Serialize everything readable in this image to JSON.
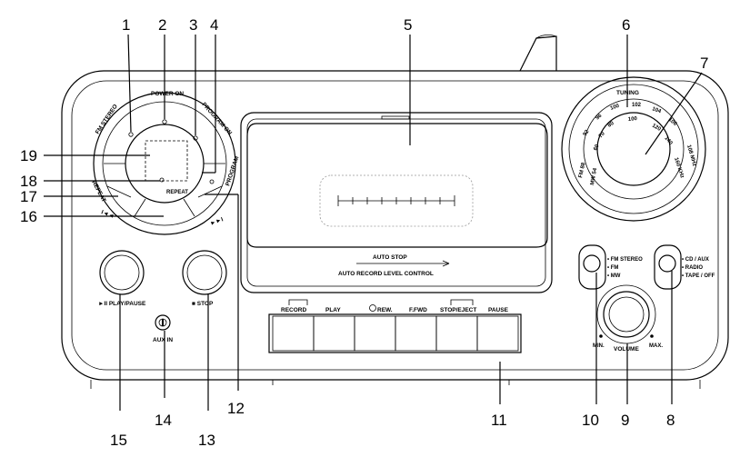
{
  "callouts": [
    "1",
    "2",
    "3",
    "4",
    "5",
    "6",
    "7",
    "8",
    "9",
    "10",
    "11",
    "12",
    "13",
    "14",
    "15",
    "16",
    "17",
    "18",
    "19"
  ],
  "labels": {
    "power_on": "POWER ON",
    "fm_stereo": "FM STEREO",
    "program_on": "PROGRAM ON",
    "repeat_small": "REPEAT",
    "repeat": "REPEAT",
    "program": "PROGRAM",
    "skip_back": "I◄◄",
    "skip_fwd": "►►I",
    "play_pause": "►II PLAY/PAUSE",
    "stop": "■ STOP",
    "aux_in": "AUX IN",
    "tuning": "TUNING",
    "auto_stop": "AUTO STOP",
    "auto_record": "AUTO RECORD LEVEL CONTROL",
    "volume": "VOLUME",
    "min": "MIN.",
    "max": "MAX.",
    "record": "RECORD",
    "play": "PLAY",
    "rew": "REW.",
    "ffwd": "F.FWD",
    "stop_eject": "STOP/EJECT",
    "pause": "PAUSE",
    "band_fm_stereo": "• FM STEREO",
    "band_fm": "• FM",
    "band_mw": "• MW",
    "src_cd_aux": "• CD / AUX",
    "src_radio": "• RADIO",
    "src_tape_off": "• TAPE / OFF"
  },
  "tuning_scale": {
    "fm": [
      "FM 88",
      "92",
      "96",
      "100",
      "102",
      "104",
      "106",
      "108 MHz"
    ],
    "mw": [
      "MW 54",
      "60",
      "70",
      "80",
      "100",
      "120",
      "140",
      "160 KHz"
    ]
  }
}
